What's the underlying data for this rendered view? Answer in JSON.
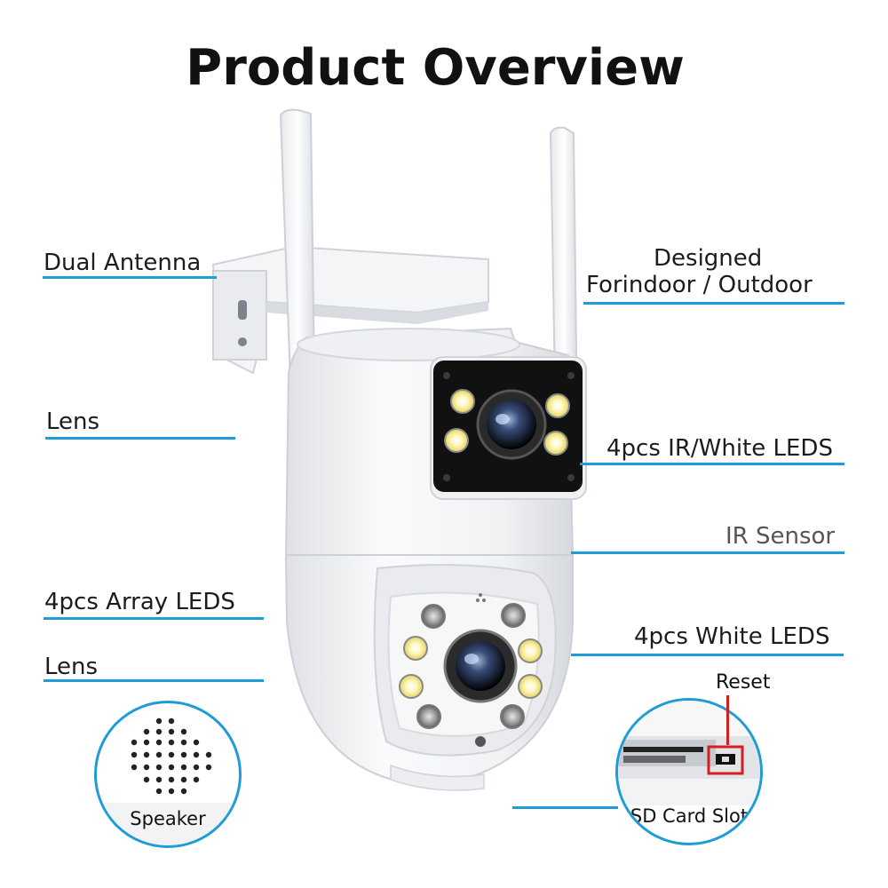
{
  "title": "Product Overview",
  "callouts": {
    "dual_antenna": "Dual Antenna",
    "designed_line1": "Designed",
    "designed_line2": "Forindoor / Outdoor",
    "lens_top": "Lens",
    "ir_white_leds": "4pcs IR/White LEDS",
    "ir_sensor": "IR Sensor",
    "array_leds": "4pcs Array LEDS",
    "white_leds": "4pcs White LEDS",
    "lens_bottom": "Lens",
    "reset": "Reset",
    "speaker": "Speaker",
    "sd_card_slot": "SD Card Slot"
  },
  "colors": {
    "accent_line": "#1e9cd7",
    "reset_marker": "#d21f1f",
    "camera_body": "#f3f4f6",
    "lens_panel": "#111111"
  },
  "icons": [
    "camera-illustration",
    "speaker-grille-icon",
    "sd-card-slot-icon",
    "reset-button-icon"
  ]
}
